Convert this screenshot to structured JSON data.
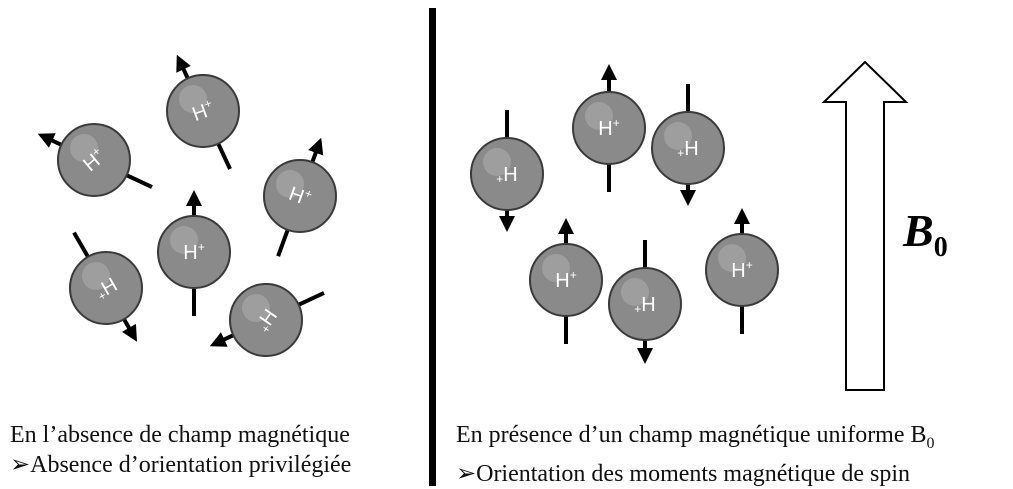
{
  "proton_label": "H",
  "proton_charge": "+",
  "field": {
    "symbol": "B",
    "subscript": "0"
  },
  "captions": {
    "left": {
      "line1": "En l’absence de champ magnétique",
      "line2": "➢Absence d’orientation privilégiée"
    },
    "right": {
      "line1_prefix": "En présence d’un champ magnétique uniforme B",
      "line1_sub": "0",
      "line2": "➢Orientation des moments magnétique de spin"
    }
  },
  "colors": {
    "proton_fill": "#8a8a8a",
    "arrow": "#000000",
    "field_arrow_fill": "#ffffff"
  }
}
